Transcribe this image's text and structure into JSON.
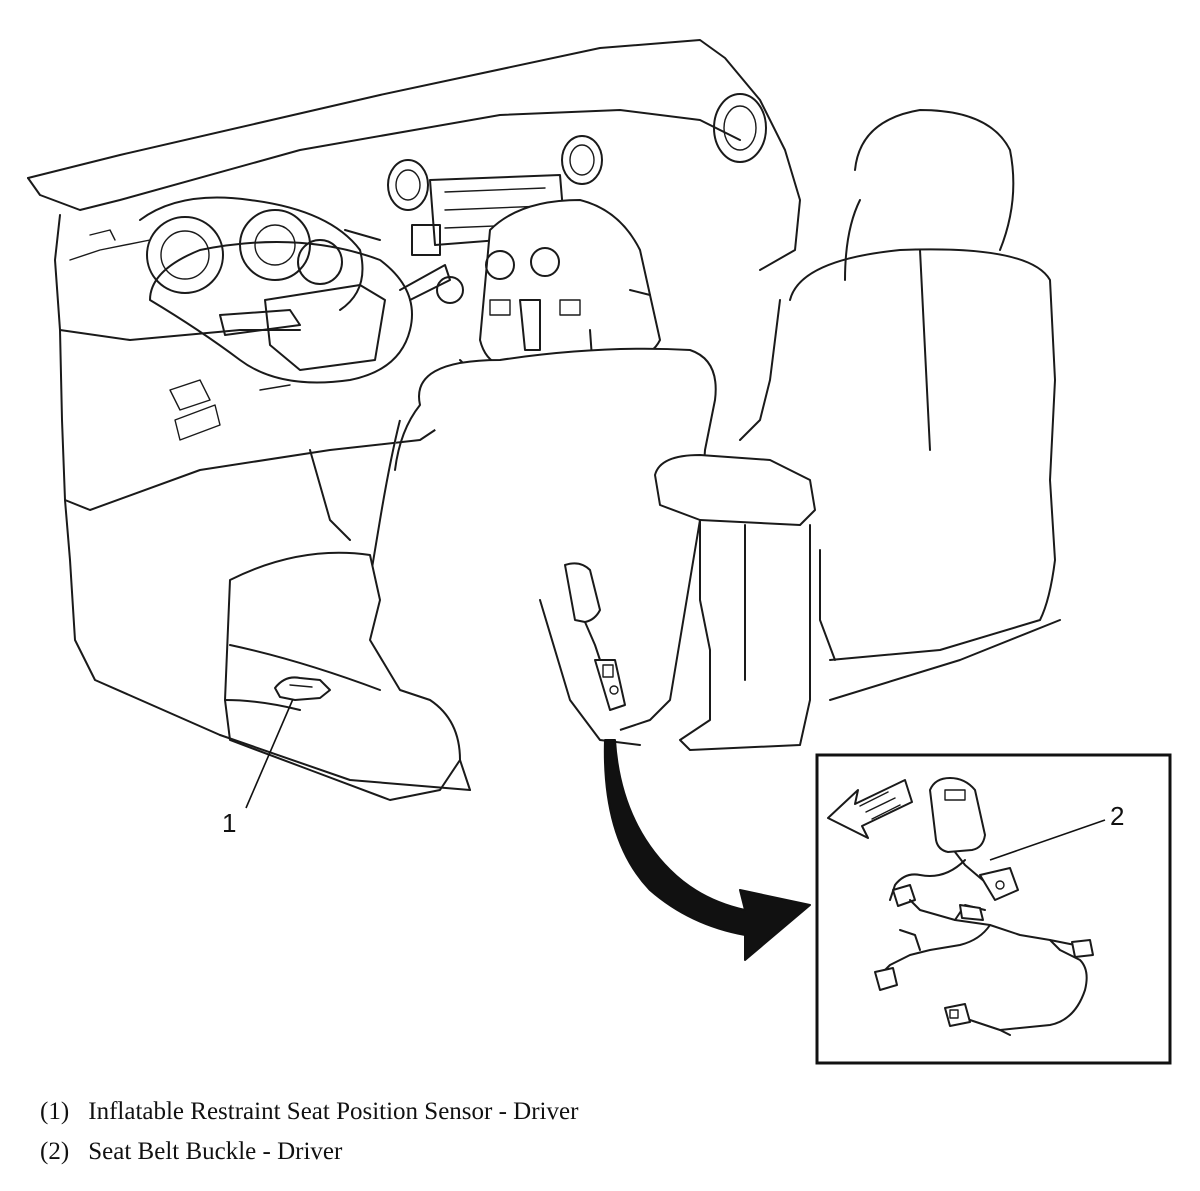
{
  "callouts": [
    {
      "number": "1"
    },
    {
      "number": "2"
    }
  ],
  "legend": [
    {
      "number": "(1)",
      "text": "Inflatable Restraint Seat Position Sensor - Driver"
    },
    {
      "number": "(2)",
      "text": "Seat Belt Buckle - Driver"
    }
  ],
  "colors": {
    "line": "#1a1a1a",
    "background": "#ffffff",
    "arrow": "#111111"
  }
}
